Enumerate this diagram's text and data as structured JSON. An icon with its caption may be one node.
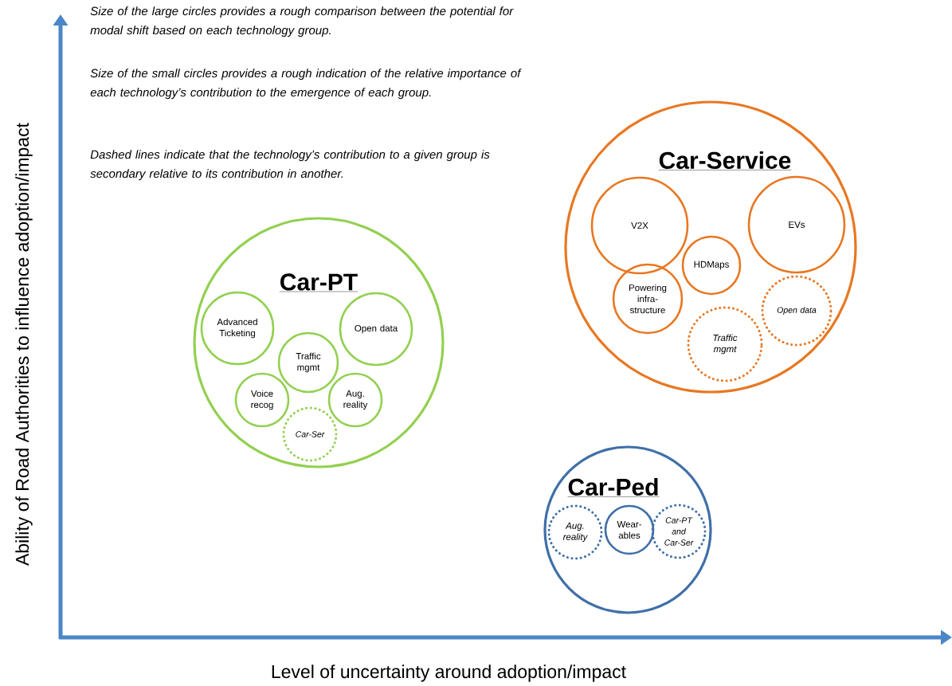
{
  "diagram": {
    "nodes": [
      {
        "text": [
          "Car-PT"
        ]
      },
      {
        "text": [
          "Advanced Ticketing"
        ],
        "in": 0
      },
      {
        "text": [
          "Open data"
        ],
        "in": 0
      },
      {
        "text": [
          "Traffic mgmt"
        ],
        "in": 0
      },
      {
        "text": [
          "Voice recog"
        ],
        "in": 0
      },
      {
        "text": [
          "Aug. reality"
        ],
        "in": 0
      },
      {
        "text": [
          "Car-Ser"
        ],
        "in": 0
      },
      {
        "text": [
          "Car-Service"
        ]
      },
      {
        "text": [
          "V2X"
        ],
        "in": 7
      },
      {
        "text": [
          "EVs"
        ],
        "in": 7
      },
      {
        "text": [
          "HDMaps"
        ],
        "in": 7
      },
      {
        "text": [
          "Powering infra- structure"
        ],
        "in": 7
      },
      {
        "text": [
          "Traffic mgmt"
        ],
        "in": 7
      },
      {
        "text": [
          "Open data"
        ],
        "in": 7
      },
      {
        "text": [
          "Car-Ped"
        ]
      },
      {
        "text": [
          "Aug. reality"
        ],
        "in": 14
      },
      {
        "text": [
          "Wear- ables"
        ],
        "in": 14
      },
      {
        "text": [
          "Car-PT and Car-Ser"
        ],
        "in": 14
      }
    ],
    "labels": [
      "Size of the large circles provides a rough comparison between the potential for modal shift based on each technology group.",
      "Size of the small circles provides a rough indication of the relative importance of each technology’s contribution to the emergence of each group.",
      "Dashed lines indicate that the technology’s contribution to a given group is secondary relative to its contribution in another.",
      "Ability of Road Authorities to influence adoption/impact",
      "Level of uncertainty around adoption/impact"
    ]
  }
}
